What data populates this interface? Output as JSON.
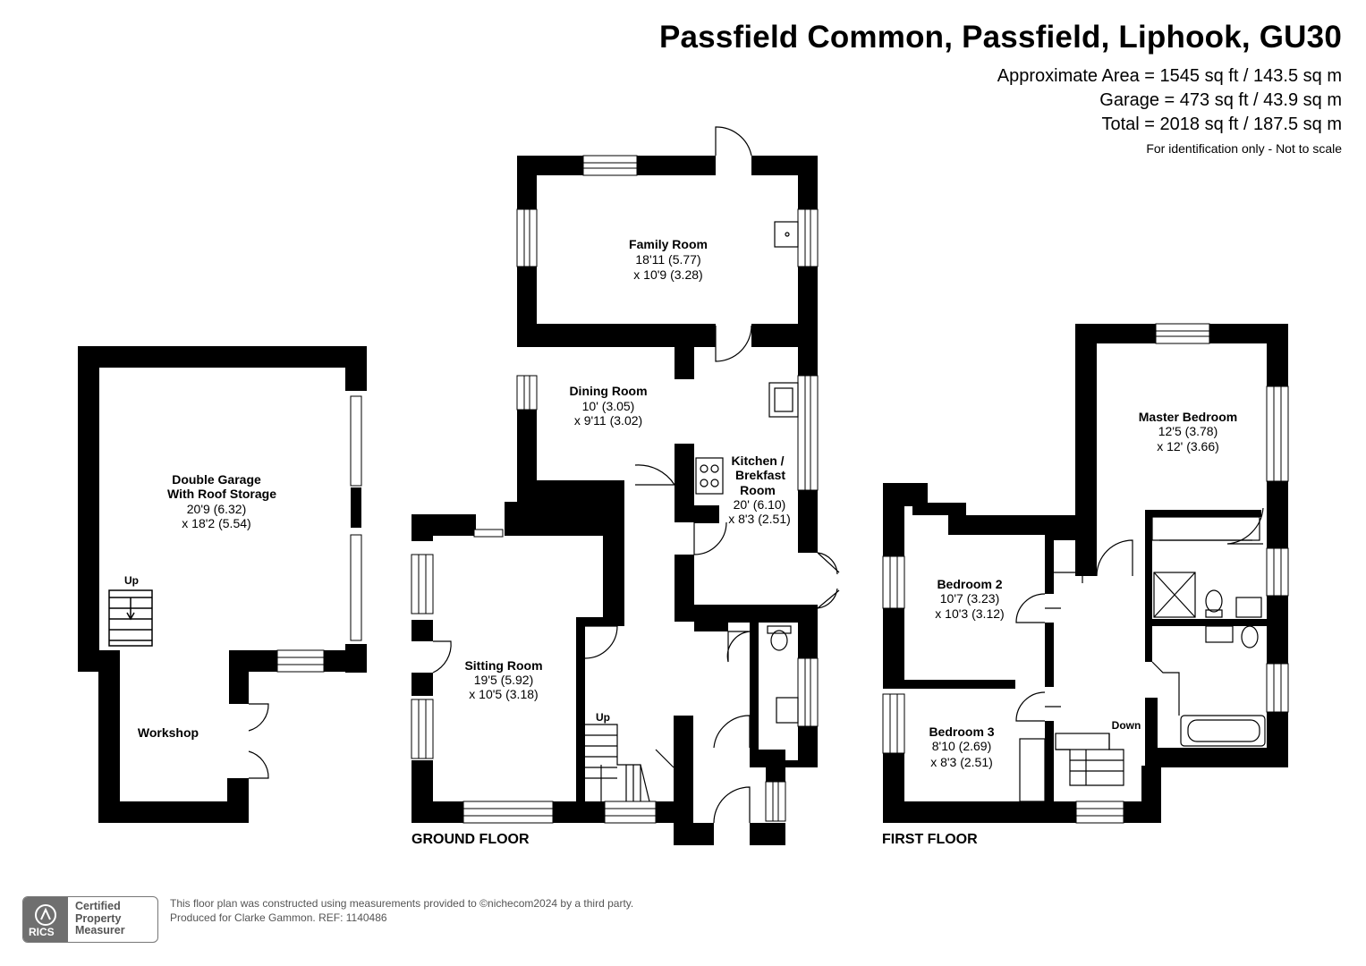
{
  "header": {
    "title": "Passfield Common, Passfield, Liphook, GU30",
    "area_line": "Approximate Area = 1545 sq ft / 143.5 sq m",
    "garage_line": "Garage = 473 sq ft / 43.9 sq m",
    "total_line": "Total = 2018 sq ft / 187.5 sq m",
    "note": "For identification only - Not to scale"
  },
  "rooms": {
    "family": {
      "name": "Family Room",
      "dim1": "18'11 (5.77)",
      "dim2": "x 10'9 (3.28)"
    },
    "dining": {
      "name": "Dining Room",
      "dim1": "10' (3.05)",
      "dim2": "x 9'11 (3.02)"
    },
    "kitchen": {
      "name1": "Kitchen /",
      "name2": "Brekfast",
      "name3": "Room",
      "dim1": "20' (6.10)",
      "dim2": "x 8'3 (2.51)"
    },
    "sitting": {
      "name": "Sitting Room",
      "dim1": "19'5 (5.92)",
      "dim2": "x 10'5 (3.18)"
    },
    "garage": {
      "name1": "Double Garage",
      "name2": "With Roof Storage",
      "dim1": "20'9 (6.32)",
      "dim2": "x 18'2 (5.54)"
    },
    "workshop": {
      "name": "Workshop"
    },
    "master": {
      "name": "Master Bedroom",
      "dim1": "12'5 (3.78)",
      "dim2": "x 12' (3.66)"
    },
    "bed2": {
      "name": "Bedroom 2",
      "dim1": "10'7 (3.23)",
      "dim2": "x 10'3 (3.12)"
    },
    "bed3": {
      "name": "Bedroom 3",
      "dim1": "8'10 (2.69)",
      "dim2": "x 8'3 (2.51)"
    }
  },
  "stairs": {
    "up": "Up",
    "down": "Down"
  },
  "floors": {
    "ground": "GROUND FLOOR",
    "first": "FIRST FLOOR"
  },
  "footer": {
    "line1": "This floor plan was constructed using measurements provided to ©nichecom2024 by a third party.",
    "line2": "Produced for Clarke Gammon.   REF: 1140486",
    "badge_line1": "Certified",
    "badge_line2": "Property",
    "badge_line3": "Measurer",
    "badge_brand": "RICS"
  }
}
